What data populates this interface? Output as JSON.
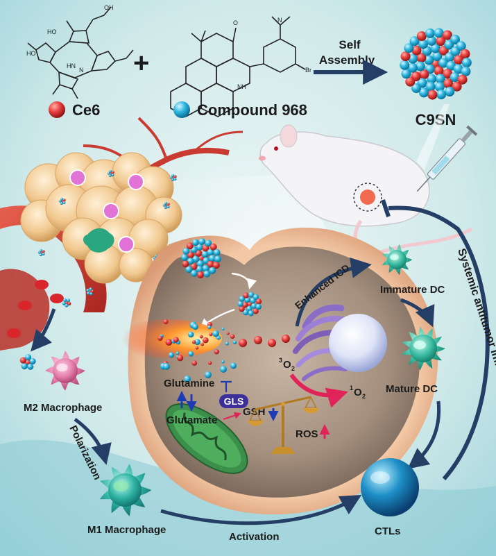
{
  "title": "",
  "legend": {
    "ce6": "Ce6",
    "compound": "Compound 968",
    "plus": "+"
  },
  "self_assembly": "Self Assembly",
  "product": "C9SN",
  "cells": {
    "m2": "M2 Macrophage",
    "m1": "M1 Macrophage",
    "immature_dc": "Immature DC",
    "mature_dc": "Mature DC",
    "ctls": "CTLs"
  },
  "processes": {
    "polarization": "Polarization",
    "activation": "Activation",
    "enhanced_icd": "Enhanced ICD",
    "systemic": "Systemic antitumor immunity"
  },
  "metabolism": {
    "glutamine": "Glutamine",
    "gls": "GLS",
    "glutamate": "Glutamate",
    "gsh": "GSH",
    "ros": "ROS",
    "triplet_o2": "O",
    "triplet_sup": "3",
    "triplet_sub": "2",
    "singlet_o2": "O",
    "singlet_sup": "1",
    "singlet_sub": "2"
  },
  "colors": {
    "ce6_red": "#e8403f",
    "compound_cyan": "#2fb7e0",
    "arrow_navy": "#243e66",
    "dc_green": "#36b9a0",
    "m2_pink": "#d9628f"
  },
  "icons": [
    "tumor-cluster-icon",
    "blood-vessel-icon",
    "mouse-icon",
    "syringe-icon",
    "nanoparticle-icon",
    "mitochondrion-icon",
    "balance-scale-icon",
    "golgi-icon",
    "nucleus-icon"
  ]
}
